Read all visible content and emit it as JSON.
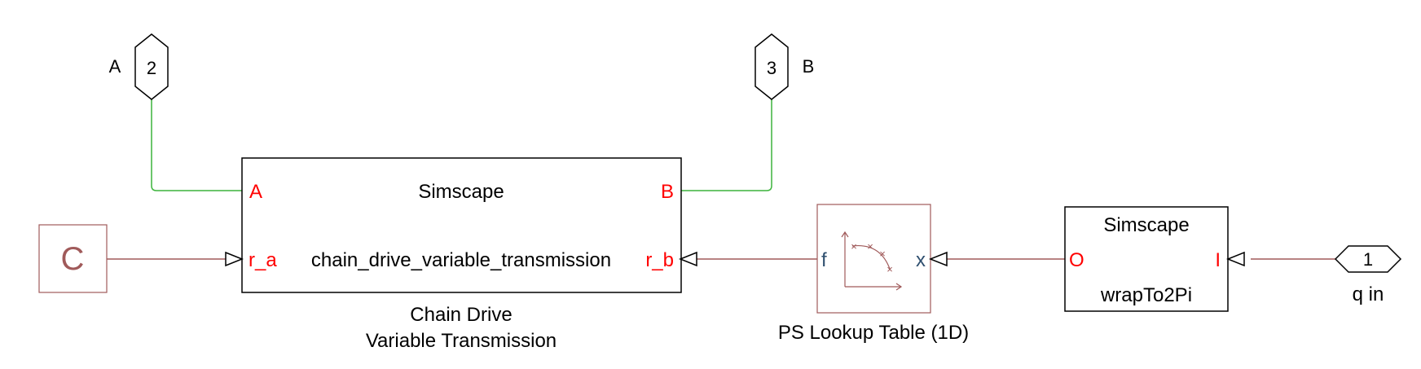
{
  "ports": {
    "port_a": {
      "number": "2",
      "label": "A"
    },
    "port_b": {
      "number": "3",
      "label": "B"
    },
    "port_q": {
      "number": "1",
      "label": "q in"
    }
  },
  "blocks": {
    "constant": {
      "symbol": "C"
    },
    "chain_drive": {
      "header": "Simscape",
      "body": "chain_drive_variable_transmission",
      "port_a": "A",
      "port_b": "B",
      "port_ra": "r_a",
      "port_rb": "r_b",
      "caption_line1": "Chain Drive",
      "caption_line2": "Variable Transmission"
    },
    "lookup": {
      "port_f": "f",
      "port_x": "x",
      "caption": "PS Lookup Table (1D)"
    },
    "wrap": {
      "header": "Simscape",
      "body": "wrapTo2Pi",
      "port_o": "O",
      "port_i": "I"
    }
  },
  "colors": {
    "block_border": "#000000",
    "port_label": "#ff0000",
    "conserving_line": "#3cb43c",
    "signal_line": "#a05a5a",
    "ps_block": "#a05a5a"
  }
}
